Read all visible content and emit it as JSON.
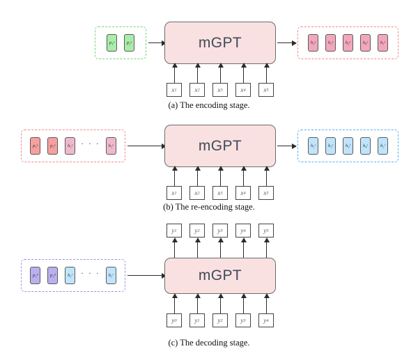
{
  "figure": {
    "model_label": "mGPT",
    "ellipsis": "· · ·"
  },
  "stages": [
    {
      "id": "encoding",
      "caption": "(a) The encoding stage.",
      "input_group": {
        "border_color": "#76d37a",
        "tokens": [
          {
            "text": "p₁ᵉ",
            "style": "green"
          },
          {
            "text": "p₂ᵉ",
            "style": "green"
          }
        ]
      },
      "output_group": {
        "border_color": "#ef8a8a",
        "tokens": [
          {
            "text": "h₁ᵉ",
            "style": "pink"
          },
          {
            "text": "h₂ᵉ",
            "style": "pink"
          },
          {
            "text": "h₃ᵉ",
            "style": "pink"
          },
          {
            "text": "h₄ᵉ",
            "style": "pink"
          },
          {
            "text": "h₅ᵉ",
            "style": "pink"
          }
        ]
      },
      "bottom_sequence": {
        "label": "x",
        "items": [
          "x1",
          "x2",
          "x3",
          "x4",
          "x5"
        ],
        "subs": [
          "1",
          "2",
          "3",
          "4",
          "5"
        ]
      },
      "top_sequence": null
    },
    {
      "id": "re-encoding",
      "caption": "(b) The re-encoding stage.",
      "input_group": {
        "border_color": "#ef8a8a",
        "tokens": [
          {
            "text": "p₁ᵉ",
            "style": "salmon"
          },
          {
            "text": "p₂ᵉ",
            "style": "salmon"
          },
          {
            "text": "h₁ᵉ",
            "style": "pinklight"
          },
          {
            "text": "· · ·",
            "style": "ellipsis"
          },
          {
            "text": "h₅ᵉ",
            "style": "pinklight"
          }
        ]
      },
      "output_group": {
        "border_color": "#56aef0",
        "tokens": [
          {
            "text": "h₁ʳ",
            "style": "bluelight"
          },
          {
            "text": "h₂ʳ",
            "style": "bluelight"
          },
          {
            "text": "h₃ʳ",
            "style": "bluelight"
          },
          {
            "text": "h₄ʳ",
            "style": "bluelight"
          },
          {
            "text": "h₅ʳ",
            "style": "bluelight"
          }
        ]
      },
      "bottom_sequence": {
        "label": "x",
        "items": [
          "x1",
          "x2",
          "x3",
          "x4",
          "x5"
        ],
        "subs": [
          "1",
          "2",
          "3",
          "4",
          "5"
        ]
      },
      "top_sequence": null
    },
    {
      "id": "decoding",
      "caption": "(c) The decoding stage.",
      "input_group": {
        "border_color": "#9a93e8",
        "tokens": [
          {
            "text": "p₁ᵈ",
            "style": "purple"
          },
          {
            "text": "p₂ᵈ",
            "style": "purple"
          },
          {
            "text": "h₁ʳ",
            "style": "bluelight"
          },
          {
            "text": "· · ·",
            "style": "ellipsis"
          },
          {
            "text": "h₅ʳ",
            "style": "bluelight"
          }
        ]
      },
      "output_group": null,
      "bottom_sequence": {
        "label": "y",
        "items": [
          "y0",
          "y1",
          "y2",
          "y3",
          "y4"
        ],
        "subs": [
          "0",
          "1",
          "2",
          "3",
          "4"
        ]
      },
      "top_sequence": {
        "label": "y",
        "items": [
          "y1",
          "y2",
          "y3",
          "y4",
          "y5"
        ],
        "subs": [
          "1",
          "2",
          "3",
          "4",
          "5"
        ]
      }
    }
  ]
}
